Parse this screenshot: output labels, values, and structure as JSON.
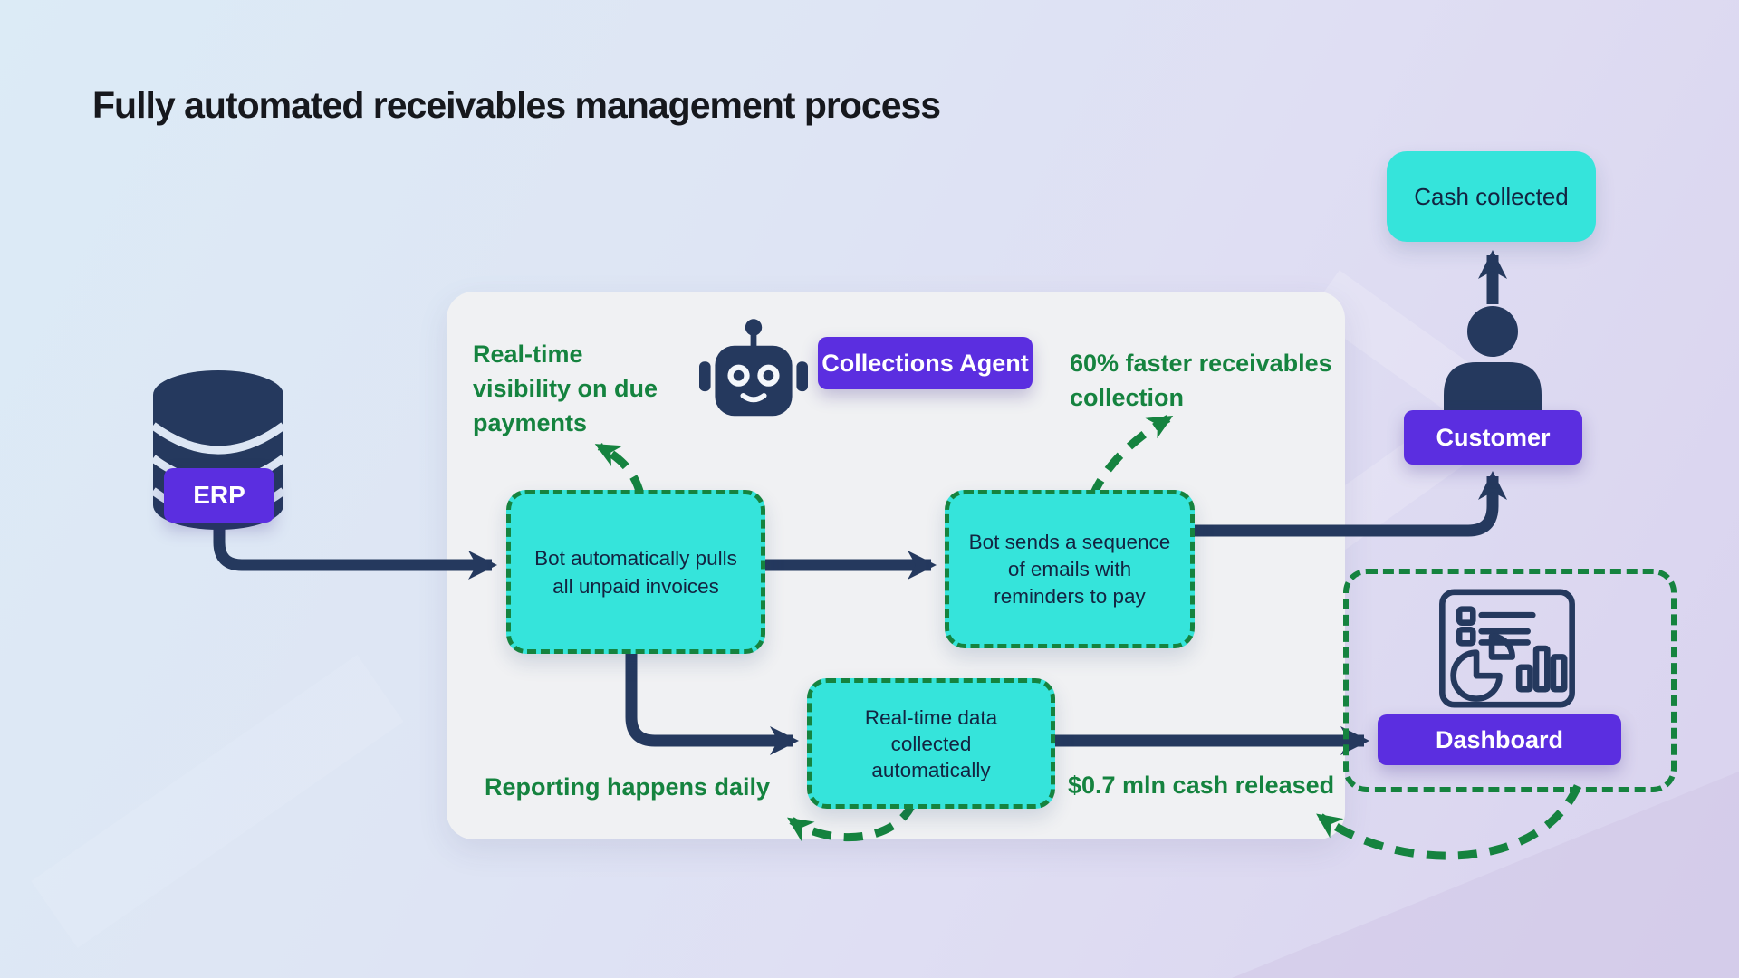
{
  "title": "Fully automated receivables management process",
  "colors": {
    "navy": "#25395E",
    "teal": "#35E4DB",
    "green": "#15833F",
    "purple": "#5B2EE0",
    "container_gray": "#F0F1F3"
  },
  "erp": {
    "label": "ERP"
  },
  "agent": {
    "label": "Collections Agent"
  },
  "steps": {
    "pull": {
      "lines": [
        "Bot automatically pulls",
        "all unpaid invoices"
      ]
    },
    "emails": {
      "lines": [
        "Bot sends a sequence",
        "of emails with",
        "reminders to pay"
      ]
    },
    "data": {
      "lines": [
        "Real-time data",
        "collected",
        "automatically"
      ]
    }
  },
  "outcomes": {
    "cash_collected": {
      "label": "Cash collected"
    },
    "customer": {
      "label": "Customer"
    },
    "dashboard": {
      "label": "Dashboard"
    }
  },
  "annotations": {
    "visibility": {
      "lines": [
        "Real-time",
        "visibility on due",
        "payments"
      ]
    },
    "faster": {
      "lines": [
        "60% faster receivables",
        "collection"
      ]
    },
    "reporting": "Reporting happens daily",
    "cash_released": "$0.7 mln cash released"
  },
  "icons": {
    "database": "database-icon",
    "robot": "robot-icon",
    "person": "person-icon",
    "dashboard_chart": "dashboard-chart-icon"
  }
}
